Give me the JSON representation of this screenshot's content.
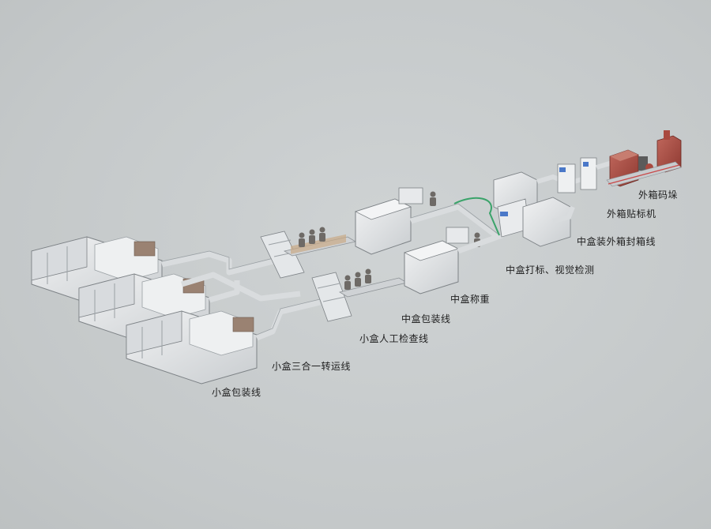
{
  "labels": {
    "small_box_packing_line": "小盒包装线",
    "small_box_3in1_transfer_line": "小盒三合一转运线",
    "small_box_manual_inspection_line": "小盒人工检查线",
    "medium_box_packing_line": "中盒包装线",
    "medium_box_weighing": "中盒称重",
    "medium_box_labeling_vision": "中盒打标、视觉检测",
    "medium_box_carton_sealing_line": "中盒装外箱封箱线",
    "carton_labeling_machine": "外箱贴标机",
    "carton_palletizing": "外箱码垛"
  },
  "colors": {
    "background": "#c7cbcc",
    "machine_light": "#e6e8ea",
    "machine_frame": "#8d9296",
    "conveyor": "#d9dcde",
    "operator": "#6e6a66",
    "palletizer": "#a9493f",
    "accent_green": "#3aa36a",
    "accent_blue": "#4a78c8"
  }
}
